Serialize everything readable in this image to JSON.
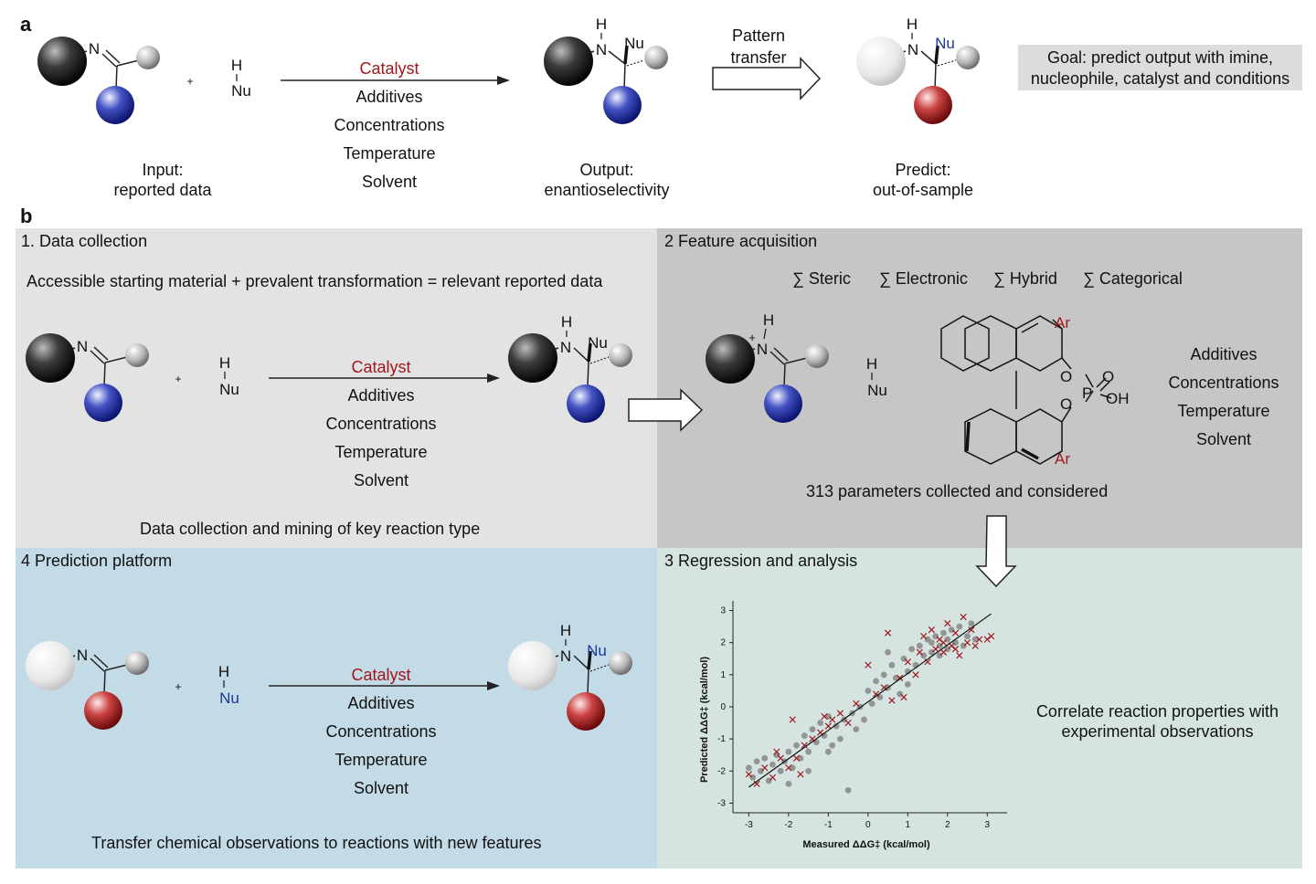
{
  "panel_a": {
    "label": "a",
    "plus": "+",
    "nucleophile": {
      "h": "H",
      "nu": "Nu"
    },
    "conditions": [
      "Catalyst",
      "Additives",
      "Concentrations",
      "Temperature",
      "Solvent"
    ],
    "input_caption": [
      "Input:",
      "reported data"
    ],
    "output_caption": [
      "Output:",
      "enantioselectivity"
    ],
    "predict_caption": [
      "Predict:",
      "out-of-sample"
    ],
    "pattern_transfer": [
      "Pattern",
      "transfer"
    ],
    "goal": "Goal: predict output with imine, nucleophile, catalyst and conditions",
    "atoms": {
      "n": "N",
      "h": "H",
      "nu": "Nu"
    }
  },
  "panel_b": {
    "label": "b",
    "q1": {
      "title": "1. Data collection",
      "subtitle": "Accessible starting material + prevalent transformation = relevant reported data",
      "conditions": [
        "Catalyst",
        "Additives",
        "Concentrations",
        "Temperature",
        "Solvent"
      ],
      "footer": "Data collection and mining of key reaction type"
    },
    "q2": {
      "title": "2 Feature acquisition",
      "descriptors": [
        "∑ Steric",
        "∑ Electronic",
        "∑ Hybrid",
        "∑ Categorical"
      ],
      "conditions": [
        "Additives",
        "Concentrations",
        "Temperature",
        "Solvent"
      ],
      "footer": "313 parameters collected and considered",
      "catalyst_labels": {
        "ar": "Ar",
        "o": "O",
        "p": "P",
        "oh": "OH",
        "plus": "+"
      }
    },
    "q3": {
      "title": "3 Regression and analysis",
      "text": "Correlate reaction properties with experimental observations"
    },
    "q4": {
      "title": "4 Prediction platform",
      "conditions": [
        "Catalyst",
        "Additives",
        "Concentrations",
        "Temperature",
        "Solvent"
      ],
      "footer": "Transfer chemical observations to reactions with new features"
    }
  },
  "colors": {
    "catalyst_red": "#a0171c",
    "nu_blue": "#1b3a9c",
    "q1_bg": "#e3e3e3",
    "q2_bg": "#c6c6c6",
    "q3_bg": "#d5e4e1",
    "q4_bg": "#c3dae7",
    "goal_bg": "#dcdcdc"
  },
  "chart_data": {
    "type": "scatter",
    "xlabel": "Measured ΔΔG‡ (kcal/mol)",
    "ylabel": "Predicted ΔΔG‡ (kcal/mol)",
    "xlim": [
      -3.4,
      3.5
    ],
    "ylim": [
      -3.3,
      3.3
    ],
    "xticks": [
      -3,
      -2,
      -1,
      0,
      1,
      2,
      3
    ],
    "yticks": [
      -3,
      -2,
      -1,
      0,
      1,
      2,
      3
    ],
    "fit_line": {
      "x": [
        -3,
        3.1
      ],
      "y": [
        -2.5,
        2.9
      ]
    },
    "series": [
      {
        "marker": "circle",
        "color": "#8c8c8c",
        "points": [
          [
            -3,
            -1.9
          ],
          [
            -2.9,
            -2.2
          ],
          [
            -2.8,
            -1.7
          ],
          [
            -2.7,
            -2.0
          ],
          [
            -2.6,
            -1.6
          ],
          [
            -2.5,
            -2.3
          ],
          [
            -2.4,
            -1.8
          ],
          [
            -2.3,
            -1.5
          ],
          [
            -2.2,
            -2.0
          ],
          [
            -2.1,
            -1.7
          ],
          [
            -2.0,
            -1.4
          ],
          [
            -1.9,
            -1.9
          ],
          [
            -1.8,
            -1.2
          ],
          [
            -1.7,
            -1.6
          ],
          [
            -1.6,
            -0.9
          ],
          [
            -1.5,
            -1.4
          ],
          [
            -1.4,
            -0.7
          ],
          [
            -1.3,
            -1.1
          ],
          [
            -1.2,
            -0.5
          ],
          [
            -1.1,
            -0.9
          ],
          [
            -1.0,
            -0.3
          ],
          [
            -0.9,
            -1.2
          ],
          [
            -0.8,
            -0.6
          ],
          [
            -0.7,
            -1.0
          ],
          [
            -0.6,
            -0.4
          ],
          [
            -0.5,
            -2.6
          ],
          [
            -0.4,
            -0.2
          ],
          [
            -0.3,
            -0.7
          ],
          [
            -0.2,
            0.0
          ],
          [
            -0.1,
            -0.4
          ],
          [
            0.0,
            0.5
          ],
          [
            0.1,
            0.1
          ],
          [
            0.2,
            0.8
          ],
          [
            0.3,
            0.3
          ],
          [
            0.4,
            1.0
          ],
          [
            0.5,
            0.6
          ],
          [
            0.6,
            1.3
          ],
          [
            0.7,
            0.9
          ],
          [
            0.8,
            0.4
          ],
          [
            0.9,
            1.5
          ],
          [
            1.0,
            1.1
          ],
          [
            1.1,
            1.8
          ],
          [
            1.2,
            1.3
          ],
          [
            1.3,
            1.9
          ],
          [
            1.4,
            1.6
          ],
          [
            1.5,
            2.1
          ],
          [
            1.6,
            1.7
          ],
          [
            1.7,
            2.2
          ],
          [
            1.8,
            1.9
          ],
          [
            1.9,
            2.3
          ],
          [
            2.0,
            1.8
          ],
          [
            2.1,
            2.4
          ],
          [
            2.2,
            2.0
          ],
          [
            2.3,
            2.5
          ],
          [
            2.4,
            1.9
          ],
          [
            2.5,
            2.2
          ],
          [
            2.6,
            2.6
          ],
          [
            2.7,
            2.1
          ],
          [
            1.6,
            2.0
          ],
          [
            1.8,
            1.6
          ],
          [
            2.0,
            2.1
          ],
          [
            -2.0,
            -2.4
          ],
          [
            -1.5,
            -2.0
          ],
          [
            -1.0,
            -1.4
          ],
          [
            0.5,
            1.7
          ],
          [
            1.0,
            0.7
          ]
        ]
      },
      {
        "marker": "x",
        "color": "#a0171c",
        "points": [
          [
            -3,
            -2.1
          ],
          [
            -2.8,
            -2.4
          ],
          [
            -2.6,
            -1.9
          ],
          [
            -2.4,
            -2.2
          ],
          [
            -2.2,
            -1.6
          ],
          [
            -2.0,
            -1.9
          ],
          [
            -1.9,
            -0.4
          ],
          [
            -1.8,
            -1.6
          ],
          [
            -1.6,
            -1.2
          ],
          [
            -1.4,
            -1.0
          ],
          [
            -1.2,
            -0.8
          ],
          [
            -1.1,
            -0.3
          ],
          [
            -1.0,
            -0.6
          ],
          [
            -0.9,
            -0.4
          ],
          [
            -0.7,
            -0.2
          ],
          [
            -0.5,
            -0.5
          ],
          [
            -0.3,
            0.1
          ],
          [
            0.0,
            1.3
          ],
          [
            0.2,
            0.4
          ],
          [
            0.4,
            0.6
          ],
          [
            0.5,
            2.3
          ],
          [
            0.6,
            0.2
          ],
          [
            0.8,
            0.9
          ],
          [
            1.0,
            1.4
          ],
          [
            1.2,
            1.0
          ],
          [
            1.3,
            1.7
          ],
          [
            1.5,
            1.4
          ],
          [
            1.6,
            2.4
          ],
          [
            1.7,
            1.8
          ],
          [
            1.8,
            2.1
          ],
          [
            1.9,
            1.7
          ],
          [
            2.0,
            2.6
          ],
          [
            2.1,
            1.9
          ],
          [
            2.2,
            2.3
          ],
          [
            2.3,
            1.6
          ],
          [
            2.4,
            2.8
          ],
          [
            2.5,
            2.0
          ],
          [
            2.6,
            2.4
          ],
          [
            2.7,
            1.9
          ],
          [
            2.8,
            2.1
          ],
          [
            3.0,
            2.1
          ],
          [
            3.1,
            2.2
          ],
          [
            1.4,
            2.2
          ],
          [
            1.9,
            2.0
          ],
          [
            2.2,
            1.8
          ],
          [
            -2.3,
            -1.4
          ],
          [
            -1.7,
            -2.1
          ],
          [
            0.9,
            0.3
          ]
        ]
      }
    ]
  }
}
